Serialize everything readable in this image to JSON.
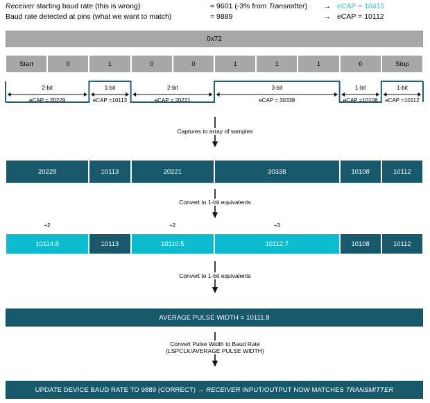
{
  "header": {
    "lines": [
      {
        "desc_pre": "Receiver",
        "desc_post": " starting baud rate (this is wrong)",
        "value_pre": "= 9601 (-3% from ",
        "value_em": "Transmitter",
        "value_post": ")",
        "arrow": "→",
        "ecap": "eCAP = 10415",
        "ecap_accent": true
      },
      {
        "desc_pre": "",
        "desc_post": "Baud rate detected at pins (what we want to match)",
        "value_pre": "= 9889",
        "value_em": "",
        "value_post": "",
        "arrow": "→",
        "ecap": "eCAP = 10112",
        "ecap_accent": false
      }
    ]
  },
  "hex_byte": "0x72",
  "bits": [
    "Start",
    "0",
    "1",
    "0",
    "0",
    "1",
    "1",
    "1",
    "0",
    "Stop"
  ],
  "waveform": {
    "segments": [
      {
        "width_label": "2-bit",
        "ecap_label": "eCAP = 20229",
        "level": "low",
        "span": 2
      },
      {
        "width_label": "1-bit",
        "ecap_label": "eCAP =10113",
        "level": "high",
        "span": 1
      },
      {
        "width_label": "2-bit",
        "ecap_label": "eCAP = 20221",
        "level": "low",
        "span": 2
      },
      {
        "width_label": "3-bit",
        "ecap_label": "eCAP = 30338",
        "level": "high",
        "span": 3
      },
      {
        "width_label": "1-bit",
        "ecap_label": "eCAP =10108",
        "level": "low",
        "span": 1
      },
      {
        "width_label": "1-bit",
        "ecap_label": "eCAP =10112",
        "level": "high",
        "span": 1
      }
    ]
  },
  "flow": {
    "arrow1": "Captures to array of samples",
    "arrow2": "Convert to 1-bit equivalents",
    "arrow3": "Convert to 1-bit equivalents",
    "arrow4_line1": "Convert Pulse Width to Baud Rate",
    "arrow4_line2": "(LSPCLK/AVERAGE PULSE WIDTH)"
  },
  "captures": [
    {
      "value": "20229",
      "span": 2
    },
    {
      "value": "10113",
      "span": 1
    },
    {
      "value": "20221",
      "span": 2
    },
    {
      "value": "30338",
      "span": 3
    },
    {
      "value": "10108",
      "span": 1
    },
    {
      "value": "10112",
      "span": 1
    }
  ],
  "normalized": [
    {
      "value": "10114.5",
      "span": 2,
      "divisor": "÷2",
      "style": "cyan"
    },
    {
      "value": "10113",
      "span": 1,
      "divisor": "",
      "style": "teal"
    },
    {
      "value": "10110.5",
      "span": 2,
      "divisor": "÷2",
      "style": "cyan"
    },
    {
      "value": "10112.7",
      "span": 3,
      "divisor": "÷3",
      "style": "cyan"
    },
    {
      "value": "10108",
      "span": 1,
      "divisor": "",
      "style": "teal"
    },
    {
      "value": "10112",
      "span": 1,
      "divisor": "",
      "style": "teal"
    }
  ],
  "average_bar": "AVERAGE PULSE WIDTH = 10111.8",
  "final_bar": {
    "pre": "UPDATE DEVICE BAUD RATE TO 9889 (CORRECT) → ",
    "em1": "RECEIVER",
    "mid": " INPUT/OUTPUT NOW MATCHES ",
    "em2": "TRANSMITTER"
  },
  "colors": {
    "teal": "#17596B",
    "cyan": "#0DBBCE",
    "gray": "#A8A8A8",
    "accent_text": "#1BC0D4",
    "stroke": "#1F6172"
  }
}
